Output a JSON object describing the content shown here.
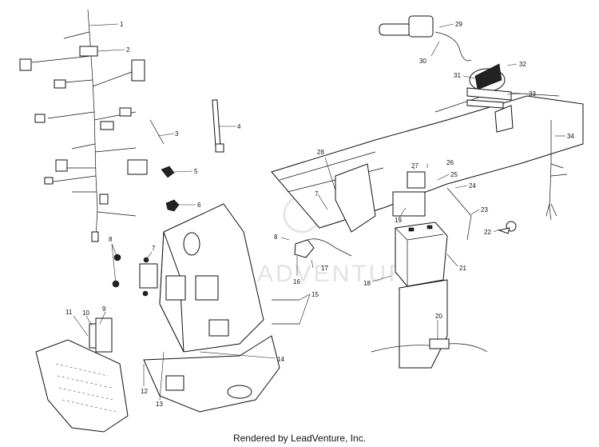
{
  "callouts": [
    "1",
    "2",
    "3",
    "4",
    "5",
    "6",
    "7",
    "8",
    "9",
    "10",
    "11",
    "12",
    "13",
    "14",
    "15",
    "16",
    "17",
    "18",
    "19",
    "20",
    "21",
    "22",
    "23",
    "24",
    "25",
    "26",
    "27",
    "28",
    "29",
    "30",
    "31",
    "32",
    "33",
    "34",
    "7",
    "8"
  ],
  "watermark": "ADVENTURE",
  "footer": "Rendered by LeadVenture, Inc."
}
